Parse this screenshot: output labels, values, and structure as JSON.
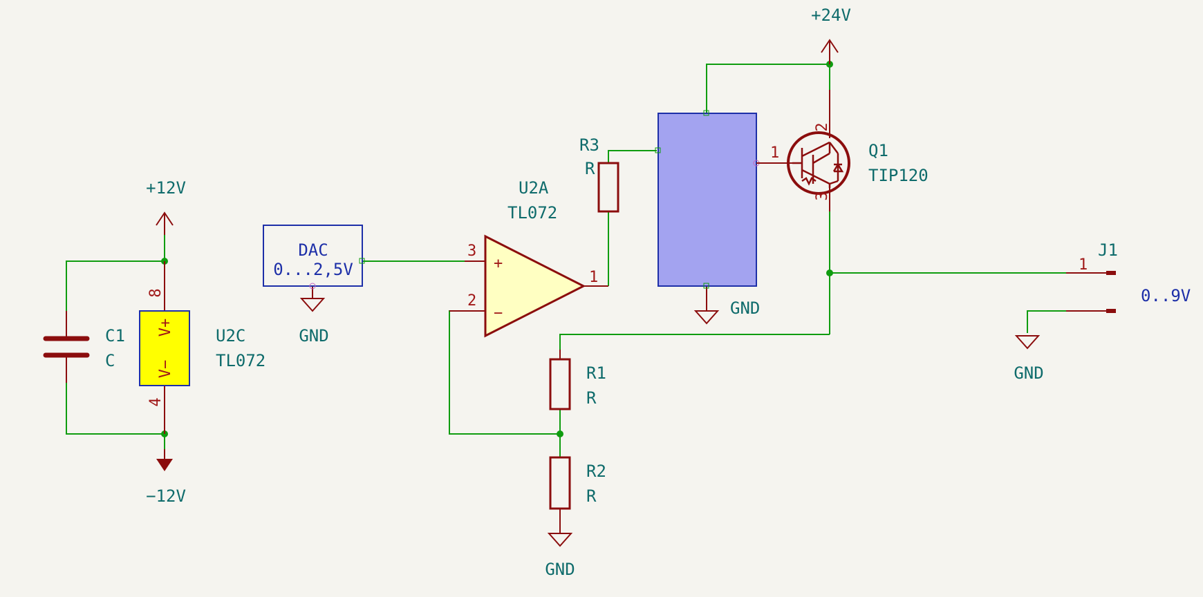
{
  "power": {
    "p12v": "+12V",
    "m12v": "−12V",
    "p24v": "+24V",
    "gnd": "GND"
  },
  "components": {
    "c1": {
      "ref": "C1",
      "value": "C"
    },
    "u2c": {
      "ref": "U2C",
      "value": "TL072",
      "pin_vplus": "8",
      "pin_vminus": "4",
      "label_vplus": "V+",
      "label_vminus": "V−"
    },
    "dac": {
      "line1": "DAC",
      "line2": "0...2,5V"
    },
    "u2a": {
      "ref": "U2A",
      "value": "TL072",
      "pin_in_plus": "3",
      "pin_in_minus": "2",
      "pin_out": "1",
      "plus_sign": "+",
      "minus_sign": "−"
    },
    "r3": {
      "ref": "R3",
      "value": "R"
    },
    "r1": {
      "ref": "R1",
      "value": "R"
    },
    "r2": {
      "ref": "R2",
      "value": "R"
    },
    "q1": {
      "ref": "Q1",
      "value": "TIP120",
      "pin_b": "1",
      "pin_c": "2",
      "pin_e": "3"
    },
    "j1": {
      "ref": "J1",
      "pin1": "1",
      "net_label": "0..9V"
    }
  },
  "colors": {
    "wire": "#0f9c0f",
    "component": "#8b0d0d",
    "label": "#0e6b6b",
    "note": "#1d2fa8",
    "block_fill": "#a3a3f0",
    "opamp_fill": "#ffffc2",
    "u2c_fill": "#ffff00",
    "background": "#f5f4ef"
  }
}
